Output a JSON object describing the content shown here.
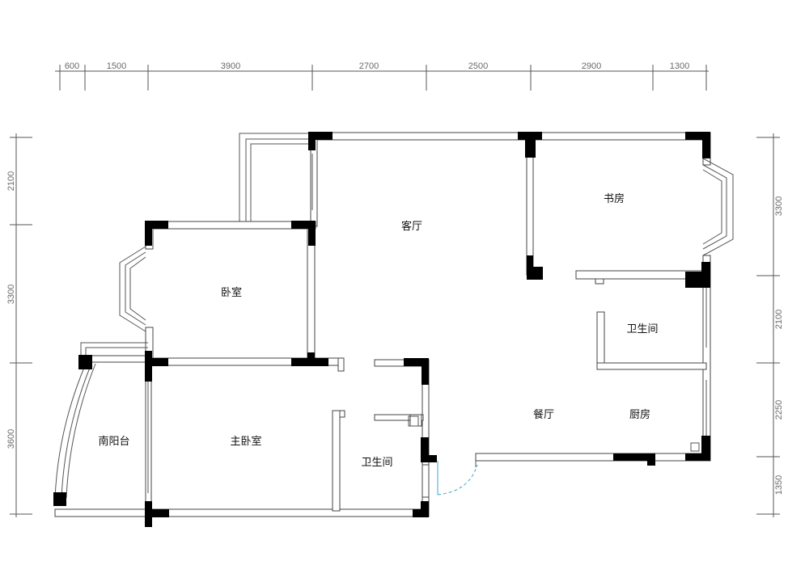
{
  "rooms": {
    "living_room": "客厅",
    "study": "书房",
    "bedroom": "卧室",
    "bathroom_upper": "卫生间",
    "dining_room": "餐厅",
    "kitchen": "厨房",
    "south_balcony": "南阳台",
    "master_bedroom": "主卧室",
    "bathroom_lower": "卫生间"
  },
  "dimensions": {
    "top": [
      "600",
      "1500",
      "3900",
      "2700",
      "2500",
      "2900",
      "1300"
    ],
    "left": [
      "2100",
      "3300",
      "3600"
    ],
    "right": [
      "3300",
      "2100",
      "2250",
      "1350"
    ]
  },
  "colors": {
    "wall_outline": "#444444",
    "pillar": "#000000",
    "door_swing": "#3fa9c9"
  }
}
